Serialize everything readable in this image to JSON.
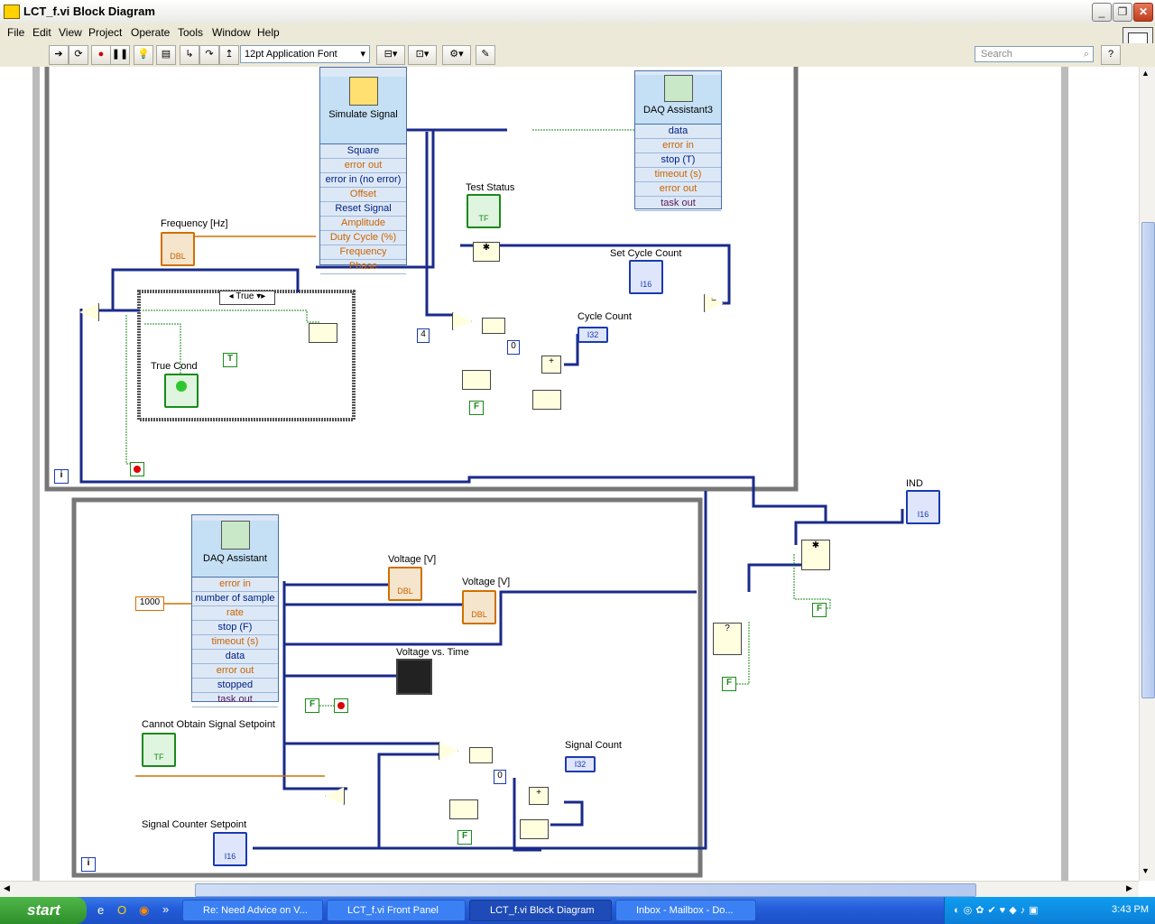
{
  "window": {
    "title": "LCT_f.vi Block Diagram"
  },
  "menu": [
    "File",
    "Edit",
    "View",
    "Project",
    "Operate",
    "Tools",
    "Window",
    "Help"
  ],
  "toolbar": {
    "font": "12pt Application Font",
    "search_placeholder": "Search",
    "help_glyph": "?"
  },
  "diagram": {
    "simulate_signal": {
      "title": "Simulate Signal",
      "rows": [
        "Square",
        "error out",
        "error in (no error)",
        "Offset",
        "Reset Signal",
        "Amplitude",
        "Duty Cycle (%)",
        "Frequency",
        "Phase"
      ]
    },
    "daq_assistant3": {
      "title": "DAQ Assistant3",
      "rows": [
        "data",
        "error in",
        "stop (T)",
        "timeout (s)",
        "error out",
        "task out"
      ]
    },
    "daq_assistant": {
      "title": "DAQ Assistant",
      "rows": [
        "error in",
        "number of sample",
        "rate",
        "stop (F)",
        "timeout (s)",
        "data",
        "error out",
        "stopped",
        "task out"
      ]
    },
    "labels": {
      "frequency": "Frequency [Hz]",
      "test_status": "Test Status",
      "set_cycle_count": "Set Cycle Count",
      "cycle_count": "Cycle Count",
      "true_cond": "True Cond",
      "ind": "IND",
      "voltage1": "Voltage [V]",
      "voltage2": "Voltage [V]",
      "voltage_vs_time": "Voltage vs. Time",
      "cannot_obtain": "Cannot Obtain Signal Setpoint",
      "signal_count": "Signal Count",
      "signal_counter_setpoint": "Signal Counter Setpoint"
    },
    "case_selector": "True",
    "constants": {
      "four": "4",
      "zero1": "0",
      "zero2": "0",
      "thousand": "1000",
      "t": "T",
      "f1": "F",
      "f2": "F",
      "f3": "F",
      "f4": "F",
      "f5": "F"
    },
    "indicator_types": {
      "dbl": "DBL",
      "i32": "I32",
      "tf": "TF",
      "i16": "I16"
    },
    "loop_index": "i"
  },
  "taskbar": {
    "start": "start",
    "buttons": [
      "Re: Need Advice on V...",
      "LCT_f.vi Front Panel",
      "LCT_f.vi Block Diagram",
      "Inbox - Mailbox - Do..."
    ],
    "clock": "3:43 PM"
  }
}
